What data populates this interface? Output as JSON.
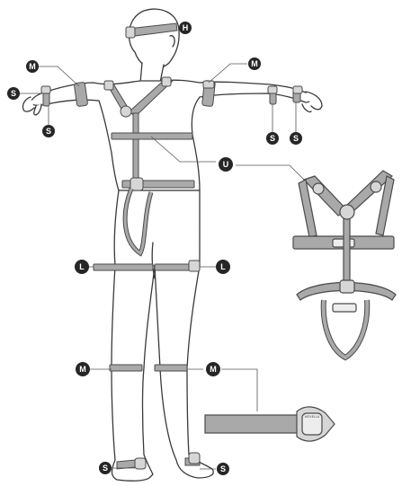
{
  "diagram": {
    "colors": {
      "outline": "#3a3a3a",
      "strap_fill": "#a9a9a9",
      "strap_stroke": "#4a4a4a",
      "badge_fill": "#262626",
      "badge_text": "#ffffff",
      "leader": "#555555"
    },
    "badges": {
      "head": "H",
      "upper_arm_left": "M",
      "upper_arm_right": "M",
      "wrist_left_a": "S",
      "wrist_left_b": "S",
      "wrist_right_a": "S",
      "wrist_right_b": "S",
      "torso_harness": "U",
      "thigh_left": "L",
      "thigh_right": "L",
      "shin_left": "M",
      "shin_right": "M",
      "foot_left": "S",
      "foot_right": "S"
    },
    "strap_detail_label": "MOVELLA"
  }
}
